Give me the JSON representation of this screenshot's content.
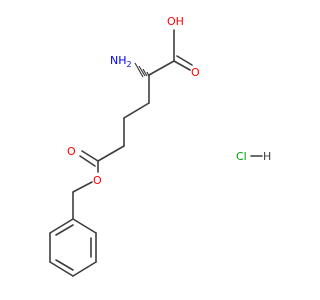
{
  "molecule": {
    "atoms": {
      "hydroxyl": "OH",
      "carbonyl_o_acid": "O",
      "amine": "NH",
      "amine_subscript": "2",
      "carbonyl_o_ester": "O",
      "ester_o": "O",
      "chloride": "Cl",
      "hydrogen": "H"
    },
    "colors": {
      "bond": "#3d3d3d",
      "oxygen": "#ff0000",
      "nitrogen": "#0000ff",
      "chlorine": "#00a000",
      "hydrogen": "#3d3d3d"
    }
  }
}
